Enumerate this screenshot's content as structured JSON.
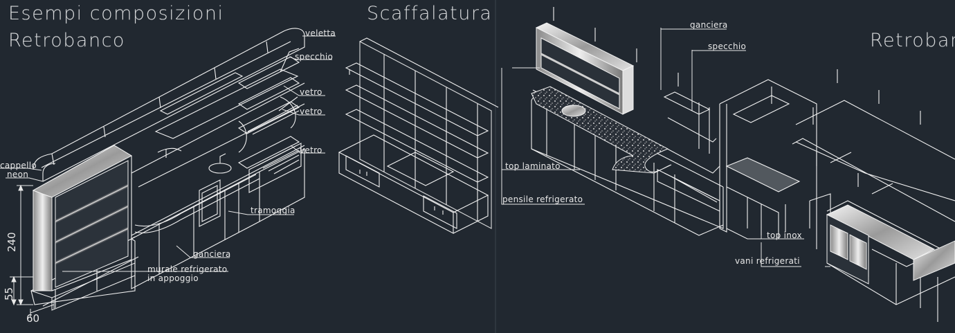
{
  "titles": {
    "left_line1": "Esempi composizioni",
    "left_line2": "Retrobanco",
    "middle": "Scaffalatura",
    "right": "Retrobanco"
  },
  "labels": {
    "veletta": "veletta",
    "specchio_left": "specchio",
    "vetro_1": "vetro",
    "vetro_2": "vetro",
    "vetro_3": "vetro",
    "cappello": "cappello",
    "neon": "neon",
    "tramoggia": "tramoggia",
    "ganciera_left": "ganciera",
    "murale_refrigerato": "murale refrigerato",
    "in_appoggio": "in appoggio",
    "ganciera_right": "ganciera",
    "specchio_right": "specchio",
    "top_laminato": "top laminato",
    "pensile_refrigerato": "pensile refrigerato",
    "top_inox": "top inox",
    "vani_refrigerati": "vani refrigerati"
  },
  "dimensions": {
    "height_total": "240",
    "height_base": "55",
    "depth": "60"
  },
  "colors": {
    "background": "#212830",
    "line": "#f2f2f2",
    "title": "#d8dadc"
  }
}
